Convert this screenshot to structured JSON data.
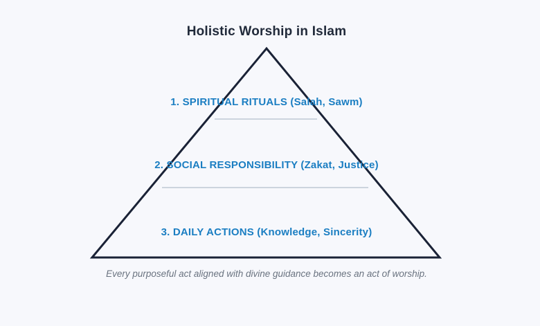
{
  "page": {
    "background_color": "#f7f8fc"
  },
  "diagram": {
    "title": "Holistic Worship in Islam",
    "title_color": "#212a3a",
    "triangle_outline_color": "#1a2236",
    "level_text_color": "#1b7ec2",
    "divider_color": "#ccd4de",
    "levels": [
      {
        "label": "1. SPIRITUAL RITUALS (Salah, Sawm)"
      },
      {
        "label": "2. SOCIAL RESPONSIBILITY (Zakat, Justice)"
      },
      {
        "label": "3. DAILY ACTIONS (Knowledge, Sincerity)"
      }
    ],
    "caption": "Every purposeful act aligned with divine guidance becomes an act of worship.",
    "caption_color": "#6a7380"
  }
}
